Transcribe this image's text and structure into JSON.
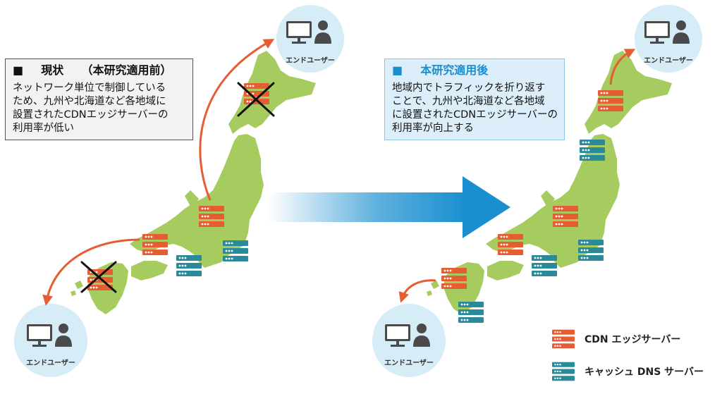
{
  "colors": {
    "map": "#a6cc5f",
    "cdn_server": "#e65c33",
    "dns_server": "#2b8a9a",
    "circle": "#d6ecf6",
    "arrow_line": "#e65c33",
    "flow_arrow": "#1a8fd0",
    "icon": "#4a4a4a",
    "cross": "#111111"
  },
  "before": {
    "heading_marker": "■",
    "heading": "現状",
    "heading_note": "（本研究適用前）",
    "body_lines": [
      "ネットワーク単位で制御している",
      "ため、九州や北海道など各地域に",
      "設置されたCDNエッジサーバーの",
      "利用率が低い"
    ]
  },
  "after": {
    "heading_marker": "■",
    "heading": "本研究適用後",
    "body_lines": [
      "地域内でトラフィックを折り返す",
      "ことで、九州や北海道など各地域",
      "に設置されたCDNエッジサーバーの",
      "利用率が向上する"
    ]
  },
  "end_user_label": "エンドユーザー",
  "legend": {
    "cdn": "CDN エッジサーバー",
    "dns": "キャッシュ DNS サーバー"
  }
}
